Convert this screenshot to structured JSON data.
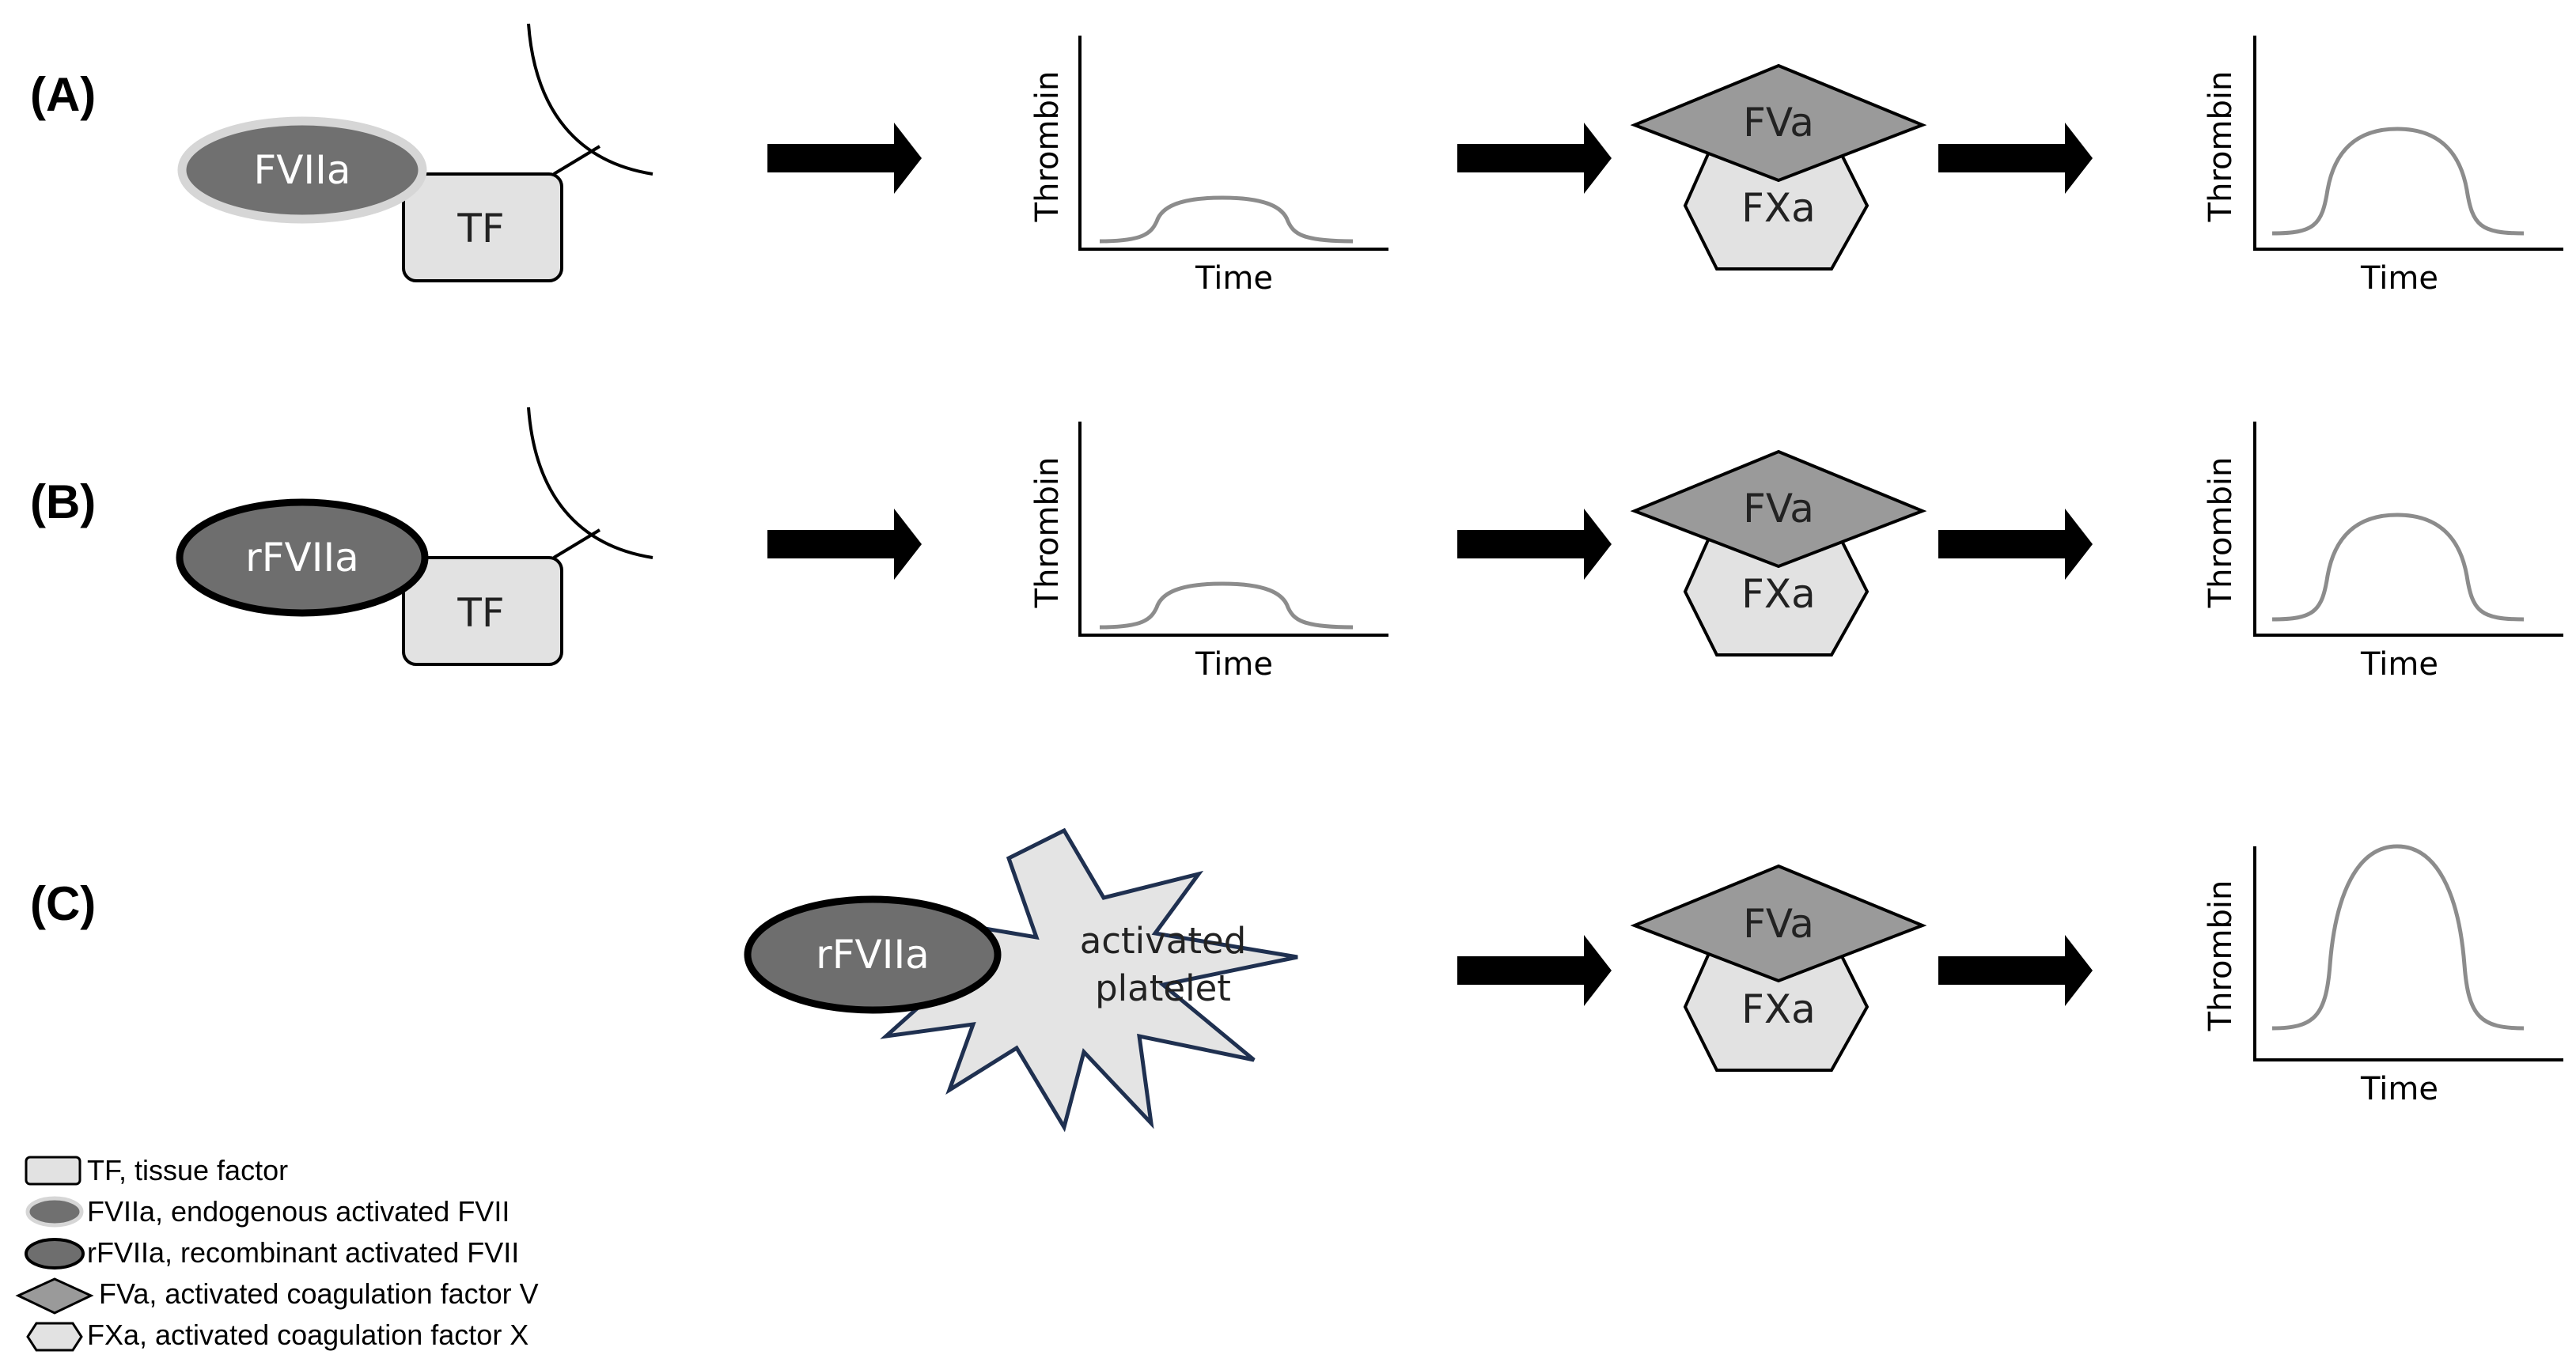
{
  "panels": [
    {
      "id": "A",
      "label": "(A)",
      "factor": "FVIIa",
      "tf": "TF",
      "fva": "FVa",
      "fxa": "FXa",
      "x_axis": "Time",
      "y_axis": "Thrombin"
    },
    {
      "id": "B",
      "label": "(B)",
      "factor": "rFVIIa",
      "tf": "TF",
      "fva": "FVa",
      "fxa": "FXa",
      "x_axis": "Time",
      "y_axis": "Thrombin"
    },
    {
      "id": "C",
      "label": "(C)",
      "factor": "rFVIIa",
      "platelet_line1": "activated",
      "platelet_line2": "platelet",
      "fva": "FVa",
      "fxa": "FXa",
      "x_axis": "Time",
      "y_axis": "Thrombin"
    }
  ],
  "legend": [
    {
      "symbol": "tf-rect",
      "text": "TF, tissue factor"
    },
    {
      "symbol": "fviia-ellipse",
      "text": "FVIIa, endogenous activated FVII"
    },
    {
      "symbol": "rfviia-ellipse",
      "text": "rFVIIa, recombinant activated FVII"
    },
    {
      "symbol": "fva-diamond",
      "text": "FVa, activated coagulation factor V"
    },
    {
      "symbol": "fxa-hexagon",
      "text": "FXa, activated coagulation factor X"
    }
  ],
  "colors": {
    "fviia_fill": "#707070",
    "fviia_halo": "#d6d6d6",
    "rfviia_fill": "#6e6e6e",
    "rfviia_border": "#000000",
    "tf_fill": "#e2e2e2",
    "fva_fill": "#9a9a9a",
    "fxa_fill": "#e2e2e2",
    "platelet_fill": "#e4e4e4",
    "platelet_border": "#1f3050",
    "curve": "#8c8c8c"
  }
}
